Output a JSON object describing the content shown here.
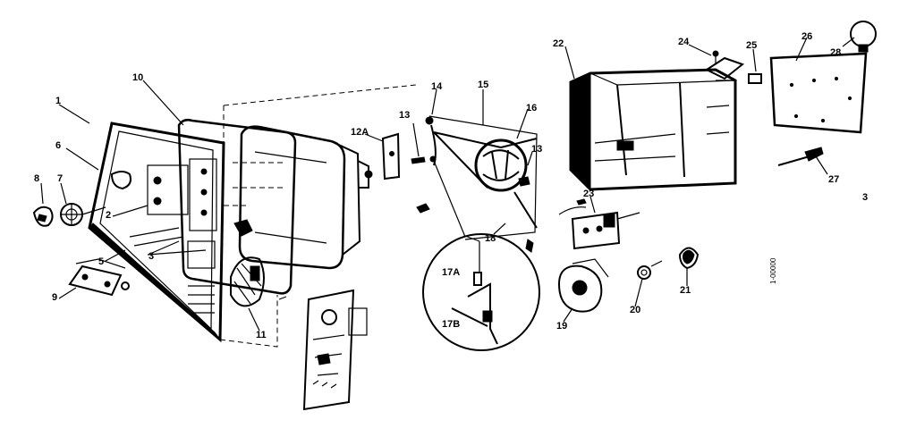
{
  "diagram": {
    "callouts": {
      "c1": "1",
      "c2": "2",
      "c3": "3",
      "c5": "5",
      "c6": "6",
      "c7": "7",
      "c8": "8",
      "c9": "9",
      "c10": "10",
      "c11": "11",
      "c12a": "12A",
      "c13a": "13",
      "c13b": "13",
      "c14": "14",
      "c15": "15",
      "c16": "16",
      "c17a": "17A",
      "c17b": "17B",
      "c18": "18",
      "c19": "19",
      "c20": "20",
      "c21": "21",
      "c22": "22",
      "c23": "23",
      "c24": "24",
      "c25": "25",
      "c26": "26",
      "c27": "27",
      "c28": "28",
      "c29": "3"
    },
    "side_mark": "1-00000"
  }
}
